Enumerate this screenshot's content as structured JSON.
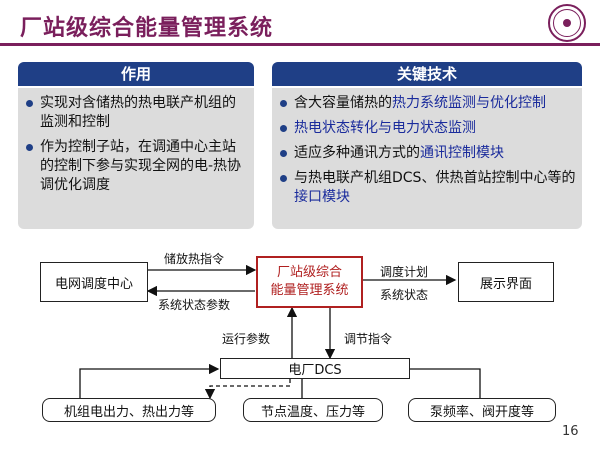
{
  "slide": {
    "title": "厂站级综合能量管理系统",
    "page_number": "16"
  },
  "left_panel": {
    "header": "作用",
    "items": [
      {
        "text": "实现对含储热的热电联产机组的监测和控制"
      },
      {
        "text": "作为控制子站，在调通中心主站的控制下参与实现全网的电-热协调优化调度"
      }
    ]
  },
  "right_panel": {
    "header": "关键技术",
    "items": [
      {
        "pre": "含大容量储热的",
        "hl": "热力系统监测与优化控制",
        "post": ""
      },
      {
        "pre": "",
        "hl": "热电状态转化与电力状态监测",
        "post": ""
      },
      {
        "pre": "适应多种通讯方式的",
        "hl": "通讯控制模块",
        "post": ""
      },
      {
        "pre": "与热电联产机组DCS、供热首站控制中心等的",
        "hl": "接口模块",
        "post": ""
      }
    ]
  },
  "diagram": {
    "grid_dispatch": "电网调度中心",
    "center_line1": "厂站级综合",
    "center_line2": "能量管理系统",
    "display": "展示界面",
    "dcs": "电厂DCS",
    "unit_output": "机组电出力、热出力等",
    "node_temp": "节点温度、压力等",
    "pump": "泵频率、阀开度等",
    "lbl_store_cmd": "储放热指令",
    "lbl_sys_params": "系统状态参数",
    "lbl_schedule": "调度计划",
    "lbl_sys_state": "系统状态",
    "lbl_run_params": "运行参数",
    "lbl_adjust_cmd": "调节指令"
  }
}
